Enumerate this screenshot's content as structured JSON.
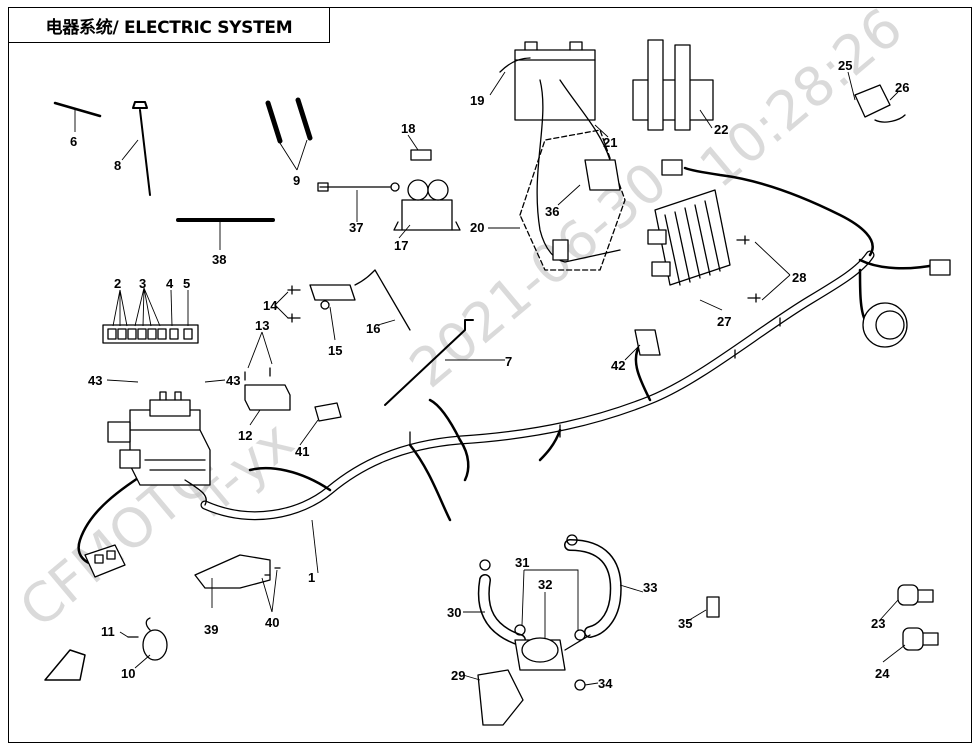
{
  "title": "电器系统/ ELECTRIC SYSTEM",
  "watermark": {
    "left": "CFMOTO",
    "middle": "lf-yx",
    "date": "2021-06-30",
    "time": "10:28:26"
  },
  "callouts": [
    "1",
    "2",
    "3",
    "4",
    "5",
    "6",
    "7",
    "8",
    "9",
    "10",
    "11",
    "12",
    "13",
    "14",
    "15",
    "16",
    "17",
    "18",
    "19",
    "20",
    "21",
    "22",
    "23",
    "24",
    "25",
    "26",
    "27",
    "28",
    "29",
    "30",
    "31",
    "32",
    "33",
    "34",
    "35",
    "36",
    "37",
    "38",
    "39",
    "40",
    "41",
    "42",
    "43",
    "43"
  ],
  "colors": {
    "line": "#000000",
    "watermark": "#bdbdbd",
    "background": "#ffffff"
  }
}
